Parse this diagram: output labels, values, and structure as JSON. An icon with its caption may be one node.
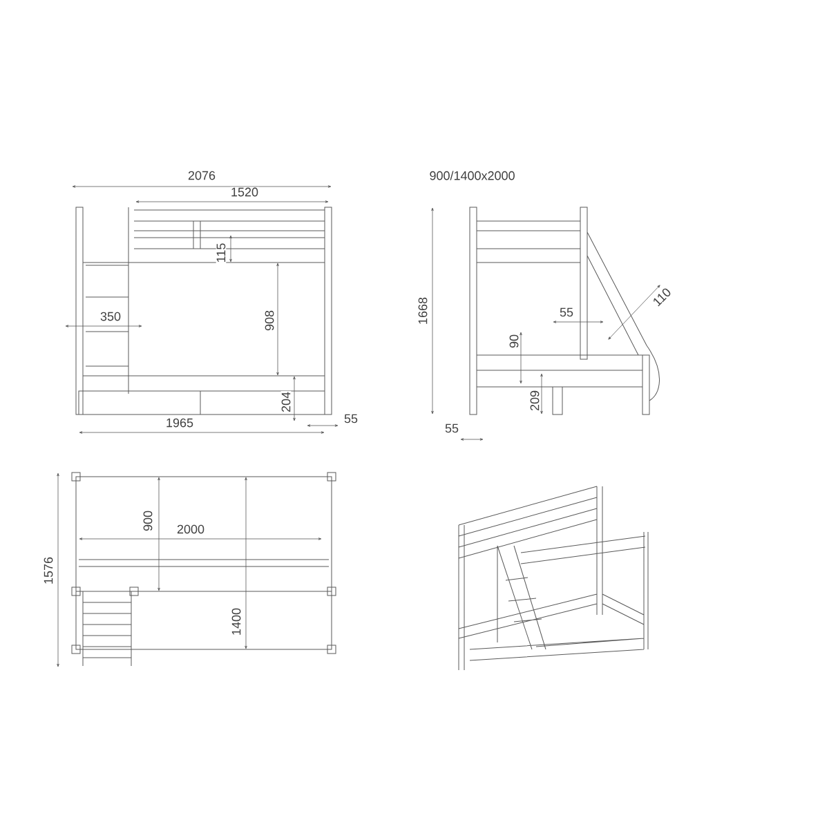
{
  "diagram": {
    "labels": [
      "2076",
      "1520",
      "115",
      "908",
      "350",
      "204",
      "55",
      "1965",
      "900/1400x2000",
      "1668",
      "110",
      "55",
      "90",
      "209",
      "55",
      "1576",
      "900",
      "2000",
      "1400"
    ]
  }
}
